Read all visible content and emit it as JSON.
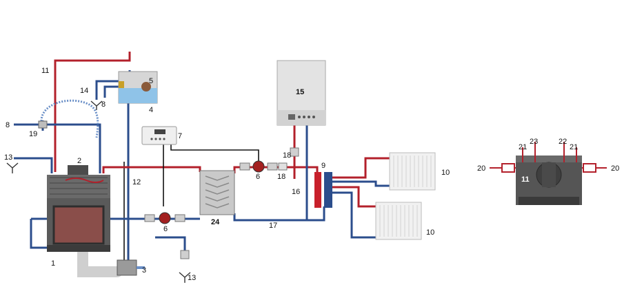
{
  "labels": {
    "l1": "1",
    "l2": "2",
    "l3": "3",
    "l4": "4",
    "l5": "5",
    "l6a": "6",
    "l6b": "6",
    "l7": "7",
    "l8a": "8",
    "l8b": "8",
    "l9": "9",
    "l10a": "10",
    "l10b": "10",
    "l11": "11",
    "l12": "12",
    "l13a": "13",
    "l13b": "13",
    "l14": "14",
    "l15": "15",
    "l16": "16",
    "l17": "17",
    "l18a": "18",
    "l18b": "18",
    "l19": "19",
    "l24": "24",
    "r11": "11",
    "r20a": "20",
    "r20b": "20",
    "r21a": "21",
    "r21b": "21",
    "r22": "22",
    "r23": "23"
  },
  "colors": {
    "hot_pipe": "#b3202b",
    "cold_pipe": "#2b4d8c",
    "control_wire": "#111111",
    "appliance_body": "#e3e3e3",
    "fireplace_body": "#5a5a5a"
  },
  "icons": {
    "fireplace": "fireplace-insert-icon",
    "tank": "expansion-tank-icon",
    "boiler": "gas-boiler-icon",
    "exchanger": "plate-heat-exchanger-icon",
    "radiator": "radiator-icon",
    "pump": "circulation-pump-icon",
    "valve": "valve-icon",
    "controller": "controller-icon",
    "drain": "drain-funnel-icon"
  }
}
